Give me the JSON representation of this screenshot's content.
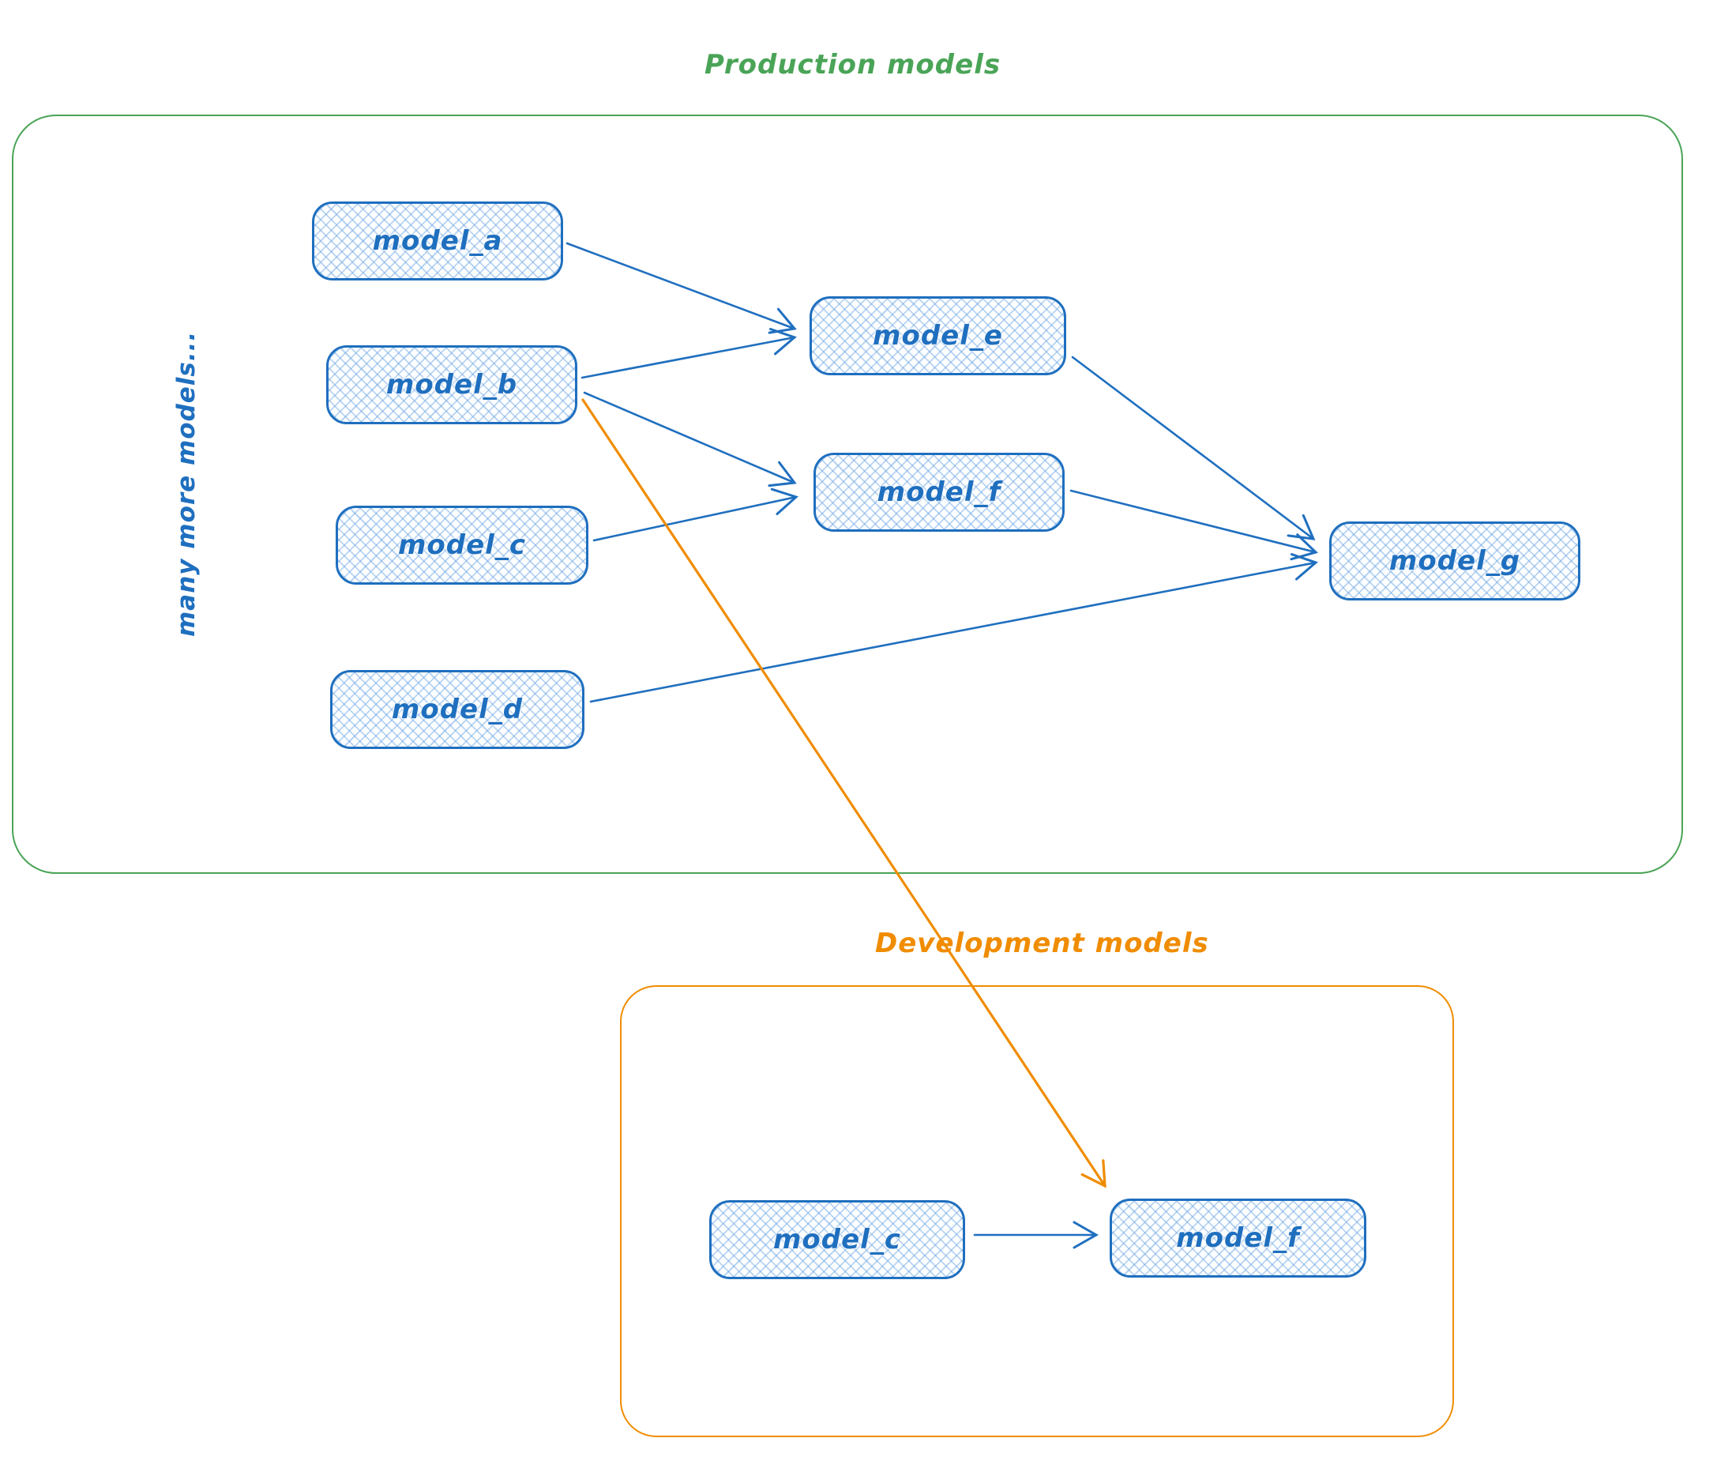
{
  "canvas": {
    "background": "#ffffff",
    "palette": {
      "node_stroke": "#1f6fbf",
      "node_text": "#1f6fbf",
      "node_hatch_fill": "#a5d8ff",
      "production_accent": "#4aa457",
      "development_accent": "#f08c00"
    }
  },
  "production": {
    "title": "Production models",
    "side_note": "many more models...",
    "nodes": {
      "model_a": {
        "label": "model_a"
      },
      "model_b": {
        "label": "model_b"
      },
      "model_c": {
        "label": "model_c"
      },
      "model_d": {
        "label": "model_d"
      },
      "model_e": {
        "label": "model_e"
      },
      "model_f": {
        "label": "model_f"
      },
      "model_g": {
        "label": "model_g"
      }
    },
    "edges": [
      {
        "from": "model_a",
        "to": "model_e"
      },
      {
        "from": "model_b",
        "to": "model_e"
      },
      {
        "from": "model_b",
        "to": "model_f"
      },
      {
        "from": "model_c",
        "to": "model_f"
      },
      {
        "from": "model_e",
        "to": "model_g"
      },
      {
        "from": "model_f",
        "to": "model_g"
      },
      {
        "from": "model_d",
        "to": "model_g"
      }
    ]
  },
  "development": {
    "title": "Development models",
    "nodes": {
      "model_c": {
        "label": "model_c"
      },
      "model_f": {
        "label": "model_f"
      }
    },
    "edges": [
      {
        "from": "model_c",
        "to": "model_f"
      }
    ]
  },
  "cross_edges": [
    {
      "from": "production.model_b",
      "to": "development.model_f",
      "color": "#f08c00"
    }
  ]
}
